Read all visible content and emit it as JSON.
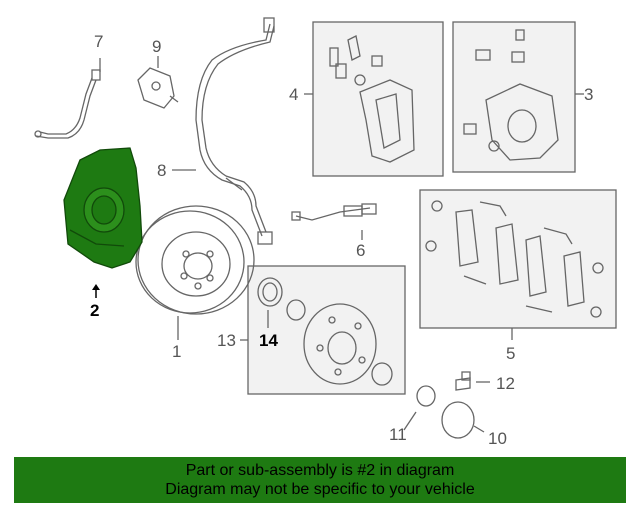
{
  "diagram": {
    "callouts": [
      {
        "id": "1",
        "label": "1"
      },
      {
        "id": "2",
        "label": "2"
      },
      {
        "id": "3",
        "label": "3"
      },
      {
        "id": "4",
        "label": "4"
      },
      {
        "id": "5",
        "label": "5"
      },
      {
        "id": "6",
        "label": "6"
      },
      {
        "id": "7",
        "label": "7"
      },
      {
        "id": "8",
        "label": "8"
      },
      {
        "id": "9",
        "label": "9"
      },
      {
        "id": "10",
        "label": "10"
      },
      {
        "id": "11",
        "label": "11"
      },
      {
        "id": "12",
        "label": "12"
      },
      {
        "id": "13",
        "label": "13"
      },
      {
        "id": "14",
        "label": "14"
      }
    ],
    "highlight_color": "#1e7a12"
  },
  "banner": {
    "line1": "Part or sub-assembly is #2 in diagram",
    "line2": "Diagram may not be specific to your vehicle",
    "color": "#1e7a12"
  }
}
